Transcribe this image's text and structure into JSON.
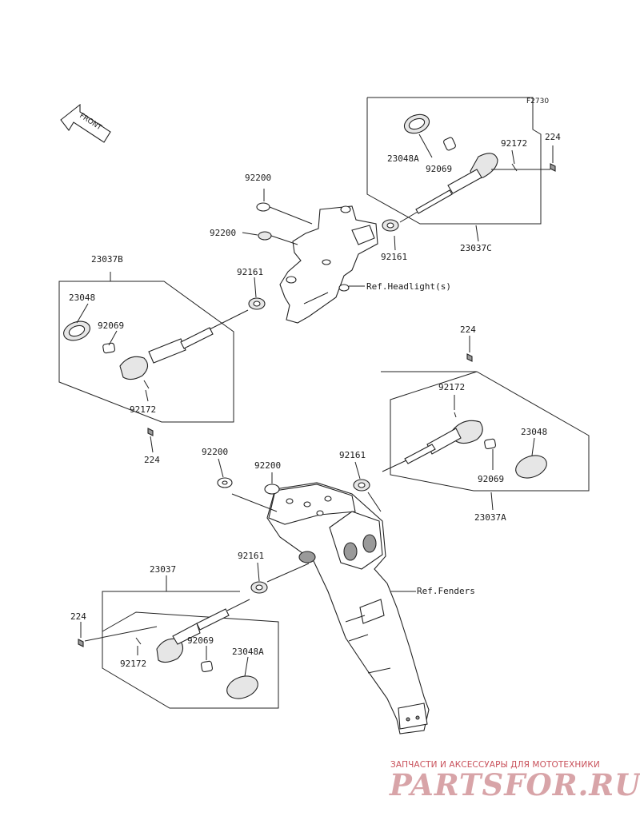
{
  "figure_code": "F2730",
  "front_arrow_label": "FRONT",
  "references": {
    "headlight": "Ref.Headlight(s)",
    "fenders": "Ref.Fenders"
  },
  "parts": {
    "assy_front_right": "23037C",
    "assy_front_left": "23037B",
    "assy_rear_right": "23037A",
    "assy_rear_left": "23037",
    "lens_front_right": "23048A",
    "lens_front_left": "23048",
    "lens_rear_right": "23048",
    "lens_rear_left": "23048A",
    "bulb_front_right": "92069",
    "bulb_front_left": "92069",
    "bulb_rear_right": "92069",
    "bulb_rear_left": "92069",
    "screw_front_right": "92172",
    "screw_front_left": "92172",
    "screw_rear_right": "92172",
    "screw_rear_left": "92172",
    "bolt_front_right": "224",
    "bolt_front_left": "224",
    "bolt_rear_right": "224",
    "bolt_rear_left": "224",
    "damper_front_right": "92161",
    "damper_front_left": "92161",
    "damper_rear_right": "92161",
    "damper_rear_left": "92161",
    "grommet_front_top": "92200",
    "grommet_front_mid": "92200",
    "grommet_rear_left": "92200",
    "grommet_rear_right": "92200"
  },
  "watermark": {
    "caption": "ЗАПЧАСТИ И АКСЕССУАРЫ ДЛЯ МОТОТЕХНИКИ",
    "logo": "PARTSFOR.RU"
  }
}
